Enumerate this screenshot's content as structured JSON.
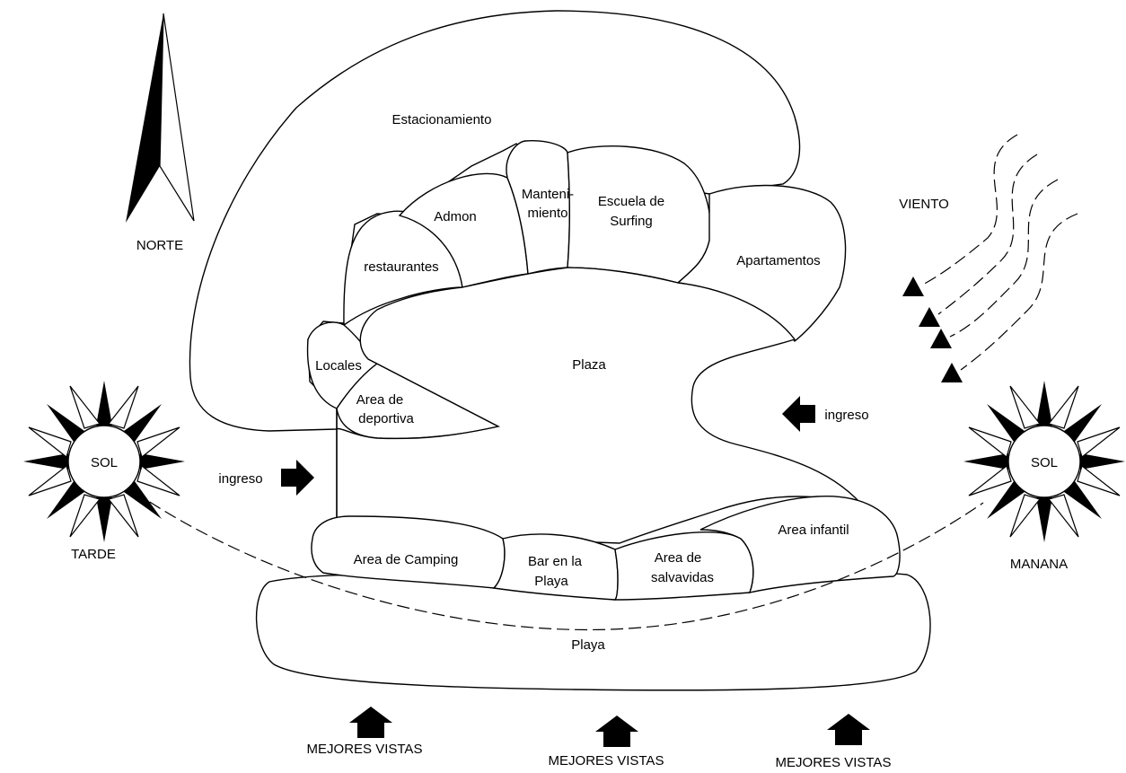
{
  "zones": {
    "parking": "Estacionamiento",
    "admin": "Admon",
    "maintenance_1": "Manteni-",
    "maintenance_2": "miento",
    "surf_1": "Escuela de",
    "surf_2": "Surfing",
    "restaurants": "restaurantes",
    "apartments": "Apartamentos",
    "shops": "Locales",
    "plaza": "Plaza",
    "sports_1": "Area de",
    "sports_2": "deportiva",
    "camping": "Area de Camping",
    "bar_1": "Bar en la",
    "bar_2": "Playa",
    "lifeguard_1": "Area de",
    "lifeguard_2": "salvavidas",
    "kids": "Area infantil",
    "beach": "Playa"
  },
  "compass": {
    "label": "NORTE"
  },
  "wind": {
    "label": "VIENTO"
  },
  "sun_west": {
    "label": "SOL",
    "caption": "TARDE"
  },
  "sun_east": {
    "label": "SOL",
    "caption": "MANANA"
  },
  "entrances": {
    "west": "ingreso",
    "east": "ingreso"
  },
  "views": [
    "MEJORES VISTAS",
    "MEJORES VISTAS",
    "MEJORES VISTAS"
  ]
}
